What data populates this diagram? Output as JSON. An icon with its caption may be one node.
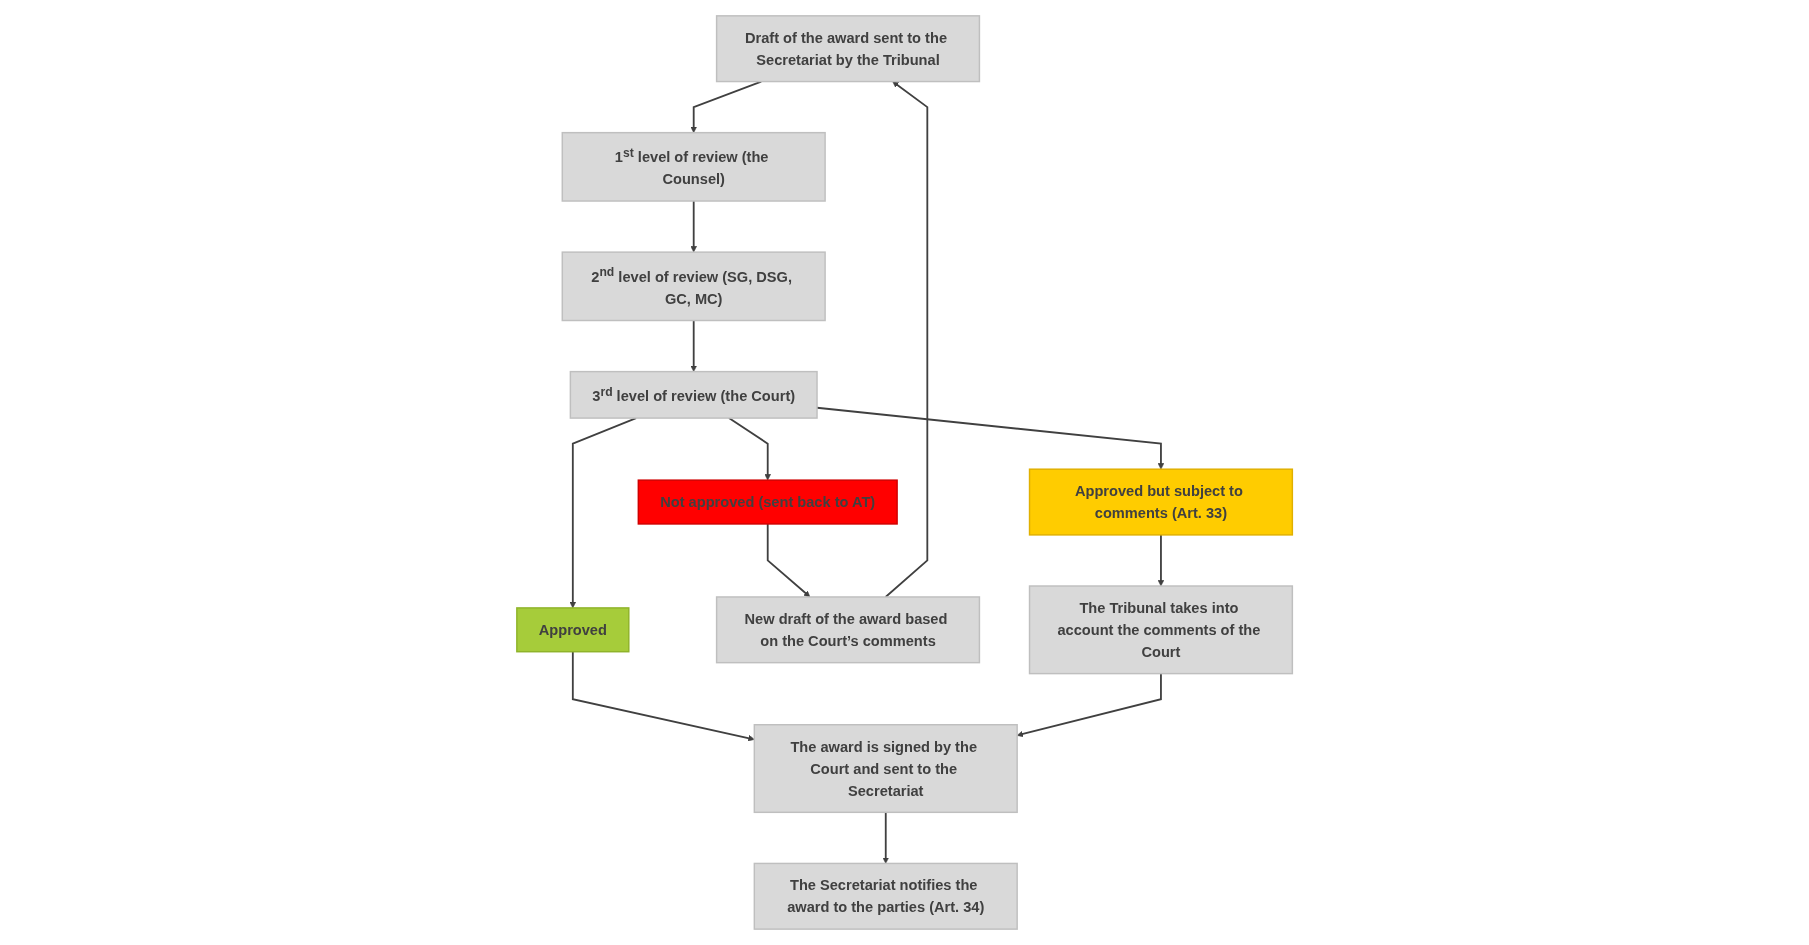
{
  "diagram": {
    "nodes": [
      {
        "text": [
          "Draft of the award sent to the Secretariat by the Tribunal"
        ]
      },
      {
        "text": [
          "1$^{st}$ level of review (the Counsel)"
        ]
      },
      {
        "text": [
          "2$^{nd}$ level of review (SG, DSG, GC, MC)"
        ]
      },
      {
        "text": [
          "3$^{rd}$ level of review (the Court)"
        ]
      },
      {
        "text": [
          "Not approved (sent back to AT)"
        ]
      },
      {
        "text": [
          "Approved"
        ]
      },
      {
        "text": [
          "Approved but subject to comments (Art. 33)"
        ]
      },
      {
        "text": [
          "New draft of the award based on the Court’s comments"
        ]
      },
      {
        "text": [
          "The Secretariat notifies the award to the parties (Art. 34)"
        ]
      },
      {
        "text": [
          "The award is signed by the Court and sent to the Secretariat"
        ]
      },
      {
        "text": [
          "The Tribunal takes into account the comments of the Court"
        ]
      }
    ],
    "edges": [
      {
        "from": 0,
        "to": 1,
        "arrow": "to"
      },
      {
        "from": 1,
        "to": 2,
        "arrow": "to"
      },
      {
        "from": 2,
        "to": 3,
        "arrow": "to"
      },
      {
        "from": 3,
        "to": 4,
        "arrow": "to"
      },
      {
        "from": 3,
        "to": 5,
        "arrow": "to"
      },
      {
        "from": 3,
        "to": 6,
        "arrow": "to"
      },
      {
        "from": 4,
        "to": 7,
        "arrow": "to"
      },
      {
        "from": 7,
        "to": 0,
        "arrow": "to"
      },
      {
        "from": 5,
        "to": 9,
        "arrow": "to"
      },
      {
        "from": 6,
        "to": 10,
        "arrow": "to"
      },
      {
        "from": 10,
        "to": 9,
        "arrow": "to"
      },
      {
        "from": 9,
        "to": 8,
        "arrow": "to"
      }
    ]
  }
}
